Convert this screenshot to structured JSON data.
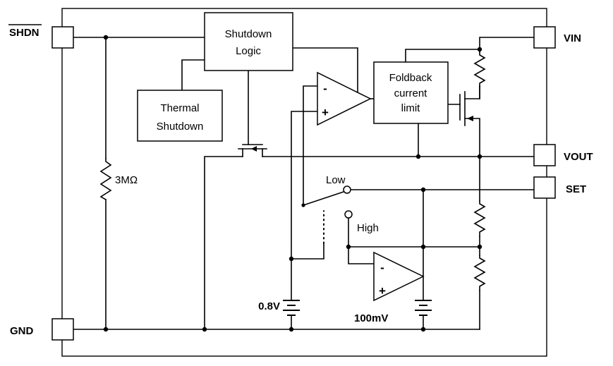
{
  "diagram": {
    "pins": {
      "shdn": "SHDN",
      "vin": "VIN",
      "vout": "VOUT",
      "set": "SET",
      "gnd": "GND"
    },
    "blocks": {
      "shutdown_logic_1": "Shutdown",
      "shutdown_logic_2": "Logic",
      "thermal_1": "Thermal",
      "thermal_2": "Shutdown",
      "foldback_1": "Foldback",
      "foldback_2": "current",
      "foldback_3": "limit"
    },
    "labels": {
      "pulldown_resistor": "3MΩ",
      "switch_low": "Low",
      "switch_high": "High",
      "ref_voltage": "0.8V",
      "comp_threshold": "100mV",
      "minus": "-",
      "plus": "+"
    },
    "colors": {
      "line": "#000000",
      "background": "#ffffff"
    }
  }
}
